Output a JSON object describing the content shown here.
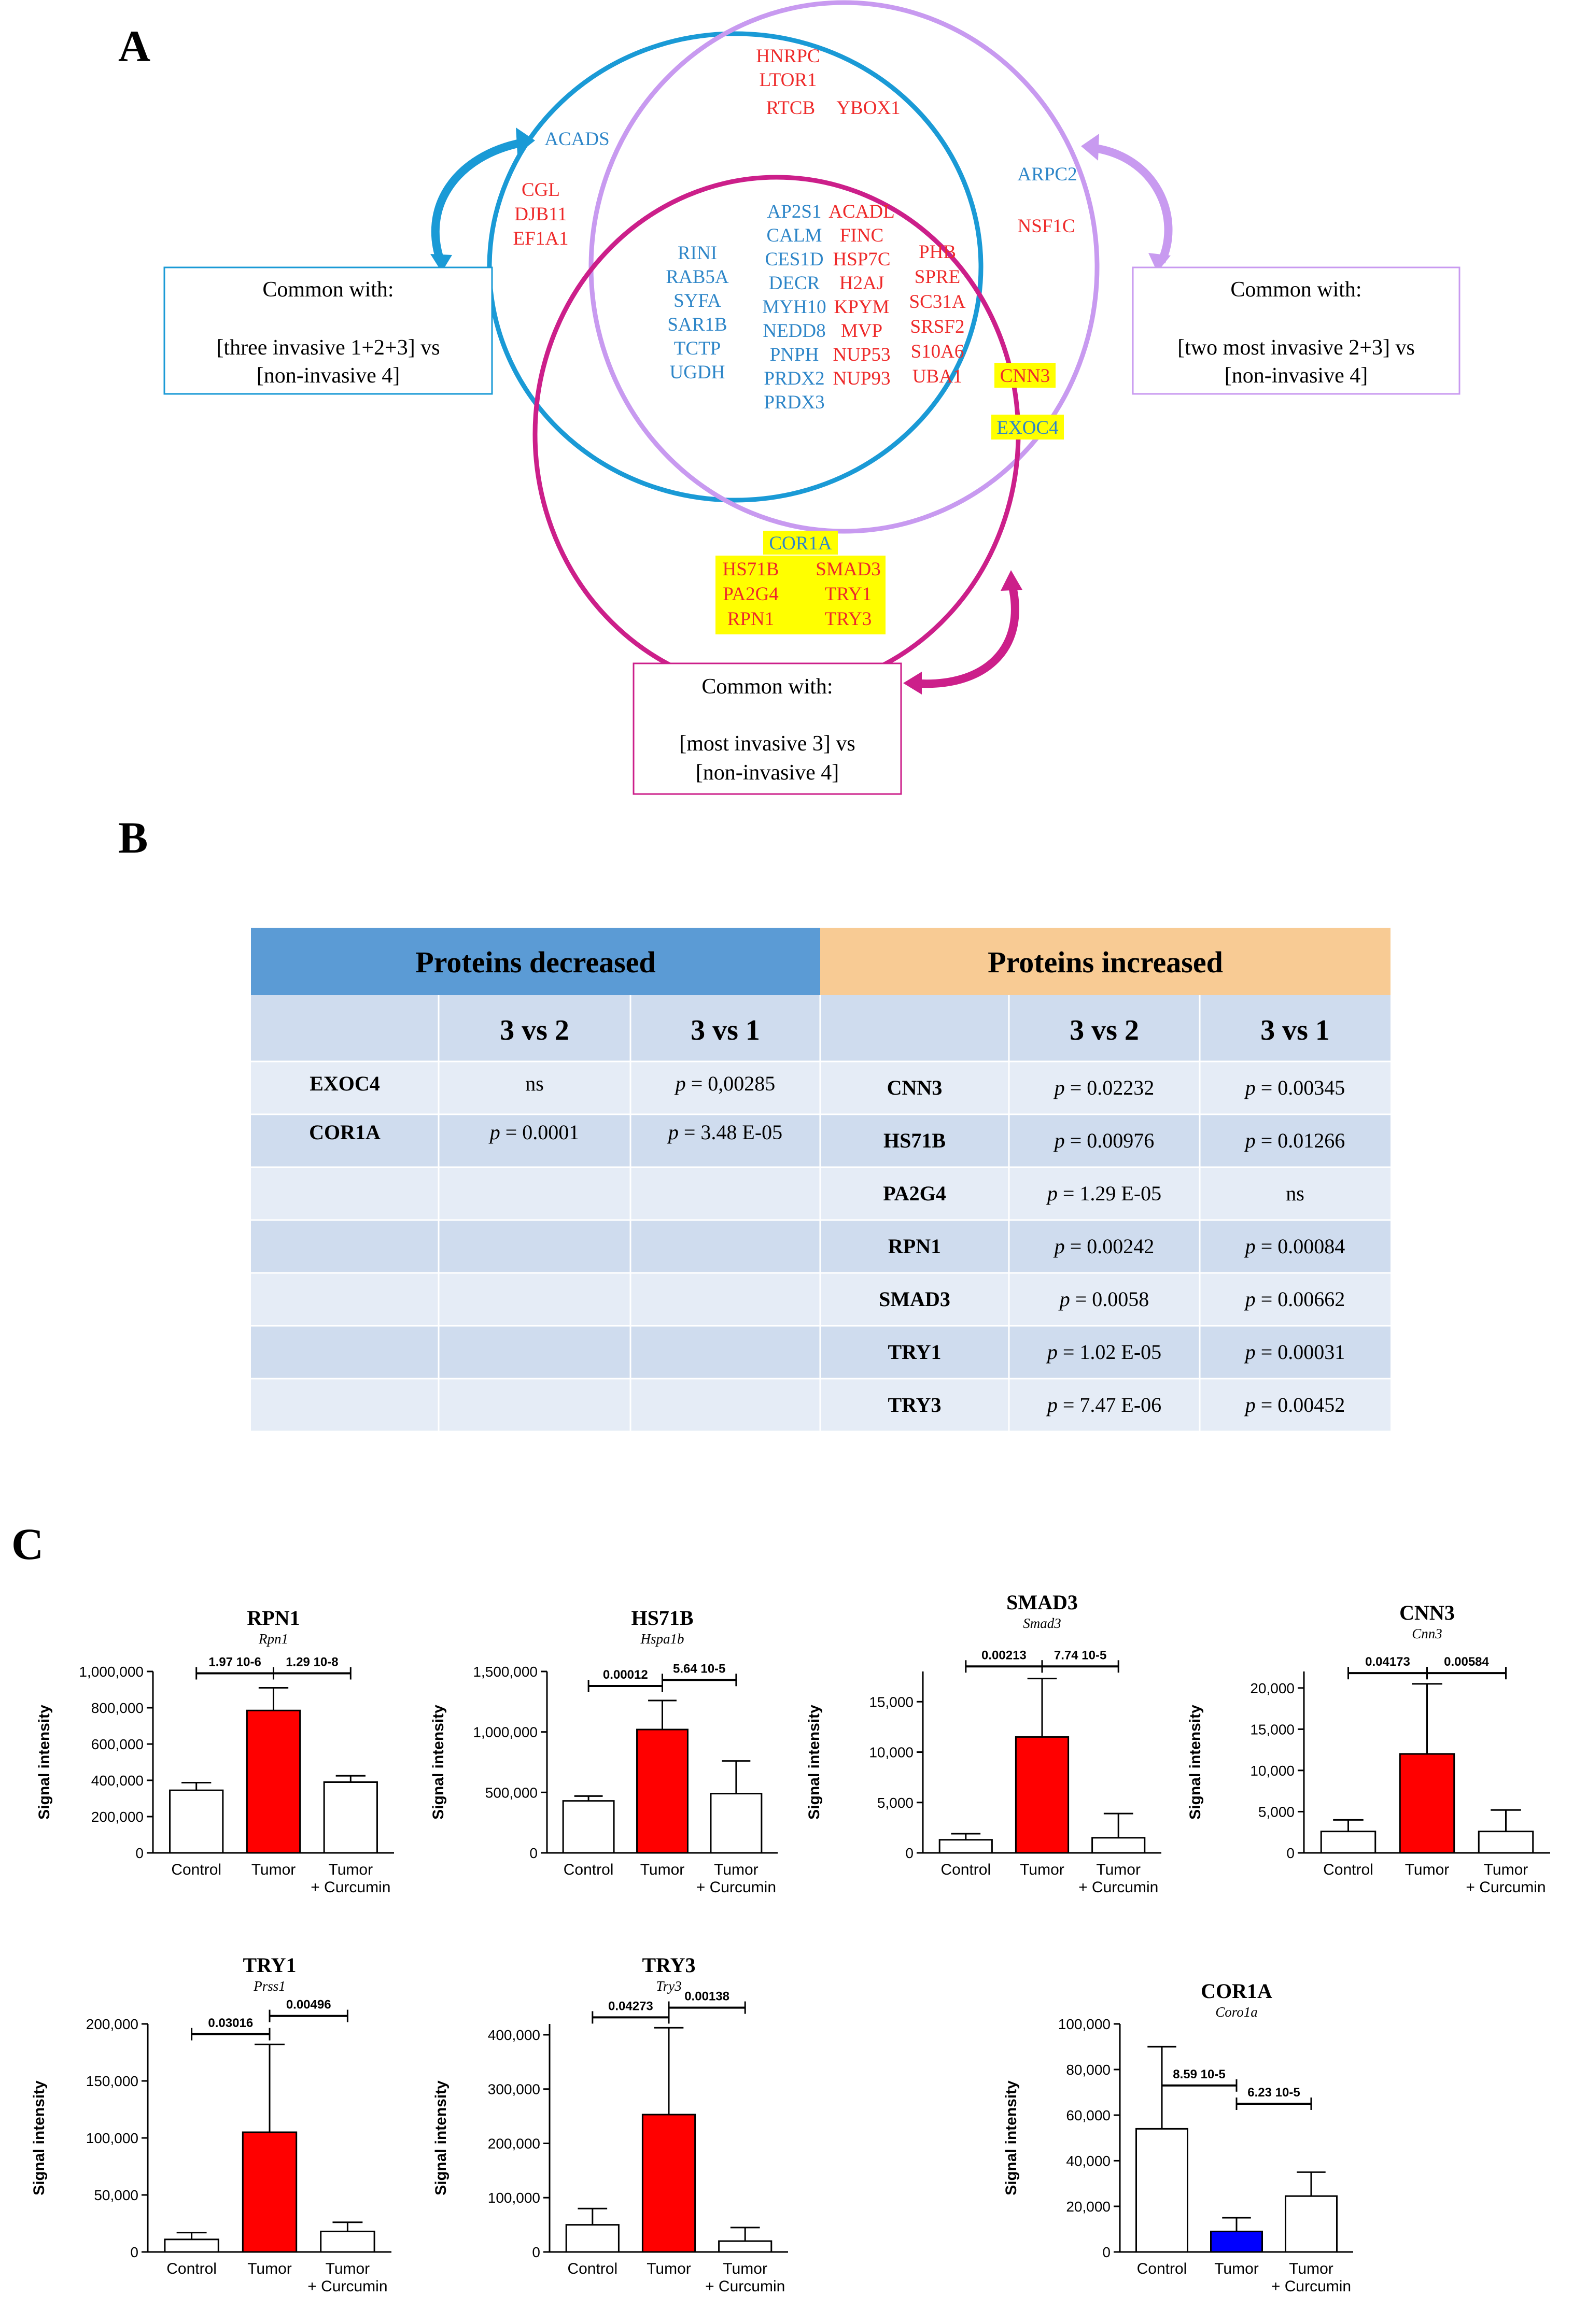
{
  "panels": {
    "a": "A",
    "b": "B",
    "c": "C"
  },
  "venn": {
    "colors": {
      "blue": "#1a9ad6",
      "lilac": "#c89af0",
      "magenta": "#cc1f8a",
      "red_text": "#ee2a2a",
      "blue_text": "#2e86c8",
      "highlight": "#ffff00"
    },
    "groups": [
      {
        "items": [
          "HNRPC",
          "LTOR1"
        ],
        "color": "red"
      },
      {
        "items": [
          "RTCB",
          "YBOX1"
        ],
        "color": "red"
      },
      {
        "items": [
          "ACADS"
        ],
        "color": "blue"
      },
      {
        "items": [
          "ARPC2"
        ],
        "color": "blue"
      },
      {
        "items": [
          "NSF1C"
        ],
        "color": "red"
      },
      {
        "items": [
          "CGL",
          "DJB11",
          "EF1A1"
        ],
        "color": "red"
      },
      {
        "items": [
          "AP2S1",
          "CALM",
          "CES1D",
          "DECR",
          "MYH10",
          "NEDD8",
          "PNPH",
          "PRDX2",
          "PRDX3"
        ],
        "color": "blue"
      },
      {
        "items": [
          "RINI",
          "RAB5A",
          "SYFA",
          "SAR1B",
          "TCTP",
          "UGDH"
        ],
        "color": "blue"
      },
      {
        "items": [
          "ACADL",
          "FINC",
          "HSP7C",
          "H2AJ",
          "KPYM",
          "MVP",
          "NUP53",
          "NUP93"
        ],
        "color": "red"
      },
      {
        "items": [
          "PHB",
          "SPRE",
          "SC31A",
          "SRSF2",
          "S10A6",
          "UBA1"
        ],
        "color": "red"
      }
    ],
    "highlighted": {
      "cnn3": "CNN3",
      "exoc4": "EXOC4",
      "cor1a": "COR1A",
      "left": [
        "HS71B",
        "PA2G4",
        "RPN1"
      ],
      "right": [
        "SMAD3",
        "TRY1",
        "TRY3"
      ]
    },
    "boxes": {
      "blue": [
        "Common with:",
        "[three invasive  1+2+3] vs",
        "[non-invasive  4]"
      ],
      "lilac": [
        "Common with:",
        "[two most invasive  2+3] vs",
        "[non-invasive  4]"
      ],
      "magenta": [
        "Common with:",
        "[most invasive  3] vs",
        "[non-invasive  4]"
      ]
    }
  },
  "table": {
    "colors": {
      "decreased_header": "#5b9bd5",
      "increased_header": "#f8cb94",
      "row_dark": "#cfdcee",
      "row_light": "#e5ecf6"
    },
    "decreased_label": "Proteins decreased",
    "increased_label": "Proteins increased",
    "subheaders": [
      "3 vs 2",
      "3 vs 1"
    ],
    "decreased_rows": [
      {
        "protein": "EXOC4",
        "v32": "ns",
        "v31": "p = 0,00285"
      },
      {
        "protein": "COR1A",
        "v32": "p = 0.0001",
        "v31": "p = 3.48 E-05"
      }
    ],
    "increased_rows": [
      {
        "protein": "CNN3",
        "v32": "p = 0.02232",
        "v31": "p = 0.00345"
      },
      {
        "protein": "HS71B",
        "v32": "p = 0.00976",
        "v31": "p = 0.01266"
      },
      {
        "protein": "PA2G4",
        "v32": "p = 1.29 E-05",
        "v31": "ns"
      },
      {
        "protein": "RPN1",
        "v32": "p = 0.00242",
        "v31": "p = 0.00084"
      },
      {
        "protein": "SMAD3",
        "v32": "p = 0.0058",
        "v31": "p = 0.00662"
      },
      {
        "protein": "TRY1",
        "v32": "p = 1.02 E-05",
        "v31": "p = 0.00031"
      },
      {
        "protein": "TRY3",
        "v32": "p = 7.47 E-06",
        "v31": "p = 0.00452"
      }
    ]
  },
  "chart_data": [
    {
      "type": "bar",
      "title": "RPN1",
      "subtitle": "Rpn1",
      "ylabel": "Signal intensity",
      "categories": [
        "Control",
        "Tumor",
        "Tumor|+ Curcumin"
      ],
      "values": [
        345000,
        785000,
        390000
      ],
      "errors": [
        42000,
        125000,
        35000
      ],
      "colors": [
        "#ffffff",
        "#ff0000",
        "#ffffff"
      ],
      "ylim": [
        0,
        1000000
      ],
      "yticks": [
        0,
        200000,
        400000,
        600000,
        800000,
        1000000
      ],
      "ytick_labels": [
        "0",
        "200,000",
        "400,000",
        "600,000",
        "800,000",
        "1,000,000"
      ],
      "comparisons": [
        {
          "label": "1.97 10-6",
          "from": 0,
          "to": 1,
          "y": 990000
        },
        {
          "label": "1.29 10-8",
          "from": 1,
          "to": 2,
          "y": 990000
        }
      ]
    },
    {
      "type": "bar",
      "title": "HS71B",
      "subtitle": "Hspa1b",
      "ylabel": "Signal intensity",
      "categories": [
        "Control",
        "Tumor",
        "Tumor|+ Curcumin"
      ],
      "values": [
        430000,
        1020000,
        490000
      ],
      "errors": [
        40000,
        240000,
        270000
      ],
      "colors": [
        "#ffffff",
        "#ff0000",
        "#ffffff"
      ],
      "ylim": [
        0,
        1500000
      ],
      "yticks": [
        0,
        500000,
        1000000,
        1500000
      ],
      "ytick_labels": [
        "0",
        "500,000",
        "1,000,000",
        "1,500,000"
      ],
      "comparisons": [
        {
          "label": "0.00012",
          "from": 0,
          "to": 1,
          "y": 1380000
        },
        {
          "label": "5.64 10-5",
          "from": 1,
          "to": 2,
          "y": 1430000
        }
      ]
    },
    {
      "type": "bar",
      "title": "SMAD3",
      "subtitle": "Smad3",
      "ylabel": "Signal intensity",
      "categories": [
        "Control",
        "Tumor",
        "Tumor|+ Curcumin"
      ],
      "values": [
        1300,
        11500,
        1500
      ],
      "errors": [
        600,
        5800,
        2400
      ],
      "colors": [
        "#ffffff",
        "#ff0000",
        "#ffffff"
      ],
      "ylim": [
        0,
        18000
      ],
      "yticks": [
        0,
        5000,
        10000,
        15000
      ],
      "ytick_labels": [
        "0",
        "5,000",
        "10,000",
        "15,000"
      ],
      "comparisons": [
        {
          "label": "0.00213",
          "from": 0,
          "to": 1,
          "y": 18500
        },
        {
          "label": "7.74 10-5",
          "from": 1,
          "to": 2,
          "y": 18500
        }
      ]
    },
    {
      "type": "bar",
      "title": "CNN3",
      "subtitle": "Cnn3",
      "ylabel": "Signal intensity",
      "categories": [
        "Control",
        "Tumor",
        "Tumor|+ Curcumin"
      ],
      "values": [
        2600,
        12000,
        2600
      ],
      "errors": [
        1400,
        8500,
        2600
      ],
      "colors": [
        "#ffffff",
        "#ff0000",
        "#ffffff"
      ],
      "ylim": [
        0,
        22000
      ],
      "yticks": [
        0,
        5000,
        10000,
        15000,
        20000
      ],
      "ytick_labels": [
        "0",
        "5,000",
        "10,000",
        "15,000",
        "20,000"
      ],
      "comparisons": [
        {
          "label": "0.04173",
          "from": 0,
          "to": 1,
          "y": 21800
        },
        {
          "label": "0.00584",
          "from": 1,
          "to": 2,
          "y": 21800
        }
      ]
    },
    {
      "type": "bar",
      "title": "TRY1",
      "subtitle": "Prss1",
      "ylabel": "Signal intensity",
      "categories": [
        "Control",
        "Tumor",
        "Tumor|+ Curcumin"
      ],
      "values": [
        11000,
        105000,
        18000
      ],
      "errors": [
        6000,
        77000,
        8000
      ],
      "colors": [
        "#ffffff",
        "#ff0000",
        "#ffffff"
      ],
      "ylim": [
        0,
        200000
      ],
      "yticks": [
        0,
        50000,
        100000,
        150000,
        200000
      ],
      "ytick_labels": [
        "0",
        "50,000",
        "100,000",
        "150,000",
        "200,000"
      ],
      "comparisons": [
        {
          "label": "0.03016",
          "from": 0,
          "to": 1,
          "y": 191000
        },
        {
          "label": "0.00496",
          "from": 1,
          "to": 2,
          "y": 207000
        }
      ]
    },
    {
      "type": "bar",
      "title": "TRY3",
      "subtitle": "Try3",
      "ylabel": "Signal intensity",
      "categories": [
        "Control",
        "Tumor",
        "Tumor|+ Curcumin"
      ],
      "values": [
        50000,
        253000,
        20000
      ],
      "errors": [
        30000,
        160000,
        25000
      ],
      "colors": [
        "#ffffff",
        "#ff0000",
        "#ffffff"
      ],
      "ylim": [
        0,
        420000
      ],
      "yticks": [
        0,
        100000,
        200000,
        300000,
        400000
      ],
      "ytick_labels": [
        "0",
        "100,000",
        "200,000",
        "300,000",
        "400,000"
      ],
      "comparisons": [
        {
          "label": "0.04273",
          "from": 0,
          "to": 1,
          "y": 432000
        },
        {
          "label": "0.00138",
          "from": 1,
          "to": 2,
          "y": 450000
        }
      ]
    },
    {
      "type": "bar",
      "title": "COR1A",
      "subtitle": "Coro1a",
      "ylabel": "Signal intensity",
      "categories": [
        "Control",
        "Tumor",
        "Tumor|+ Curcumin"
      ],
      "values": [
        54000,
        9000,
        24500
      ],
      "errors": [
        36000,
        6000,
        10500
      ],
      "colors": [
        "#ffffff",
        "#0000ff",
        "#ffffff"
      ],
      "ylim": [
        0,
        100000
      ],
      "yticks": [
        0,
        20000,
        40000,
        60000,
        80000,
        100000
      ],
      "ytick_labels": [
        "0",
        "20,000",
        "40,000",
        "60,000",
        "80,000",
        "100,000"
      ],
      "comparisons": [
        {
          "label": "8.59 10-5",
          "from": 0,
          "to": 1,
          "y": 73000
        },
        {
          "label": "6.23 10-5",
          "from": 1,
          "to": 2,
          "y": 65000
        }
      ]
    }
  ]
}
